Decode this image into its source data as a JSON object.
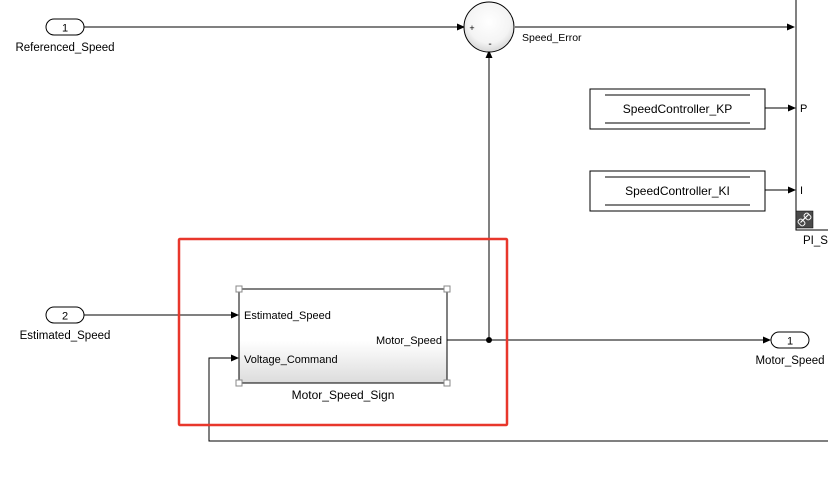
{
  "inports": [
    {
      "number": "1",
      "label": "Referenced_Speed"
    },
    {
      "number": "2",
      "label": "Estimated_Speed"
    }
  ],
  "outports": [
    {
      "number": "1",
      "label": "Motor_Speed"
    }
  ],
  "sum_block": {
    "plus_sign": "+",
    "minus_sign": "-"
  },
  "signals": {
    "speed_error": "Speed_Error"
  },
  "from_blocks": [
    {
      "label": "SpeedController_KP"
    },
    {
      "label": "SpeedController_KI"
    }
  ],
  "pi_controller": {
    "port_p": "P",
    "port_i": "I",
    "label": "PI_S"
  },
  "subsystem": {
    "name": "Motor_Speed_Sign",
    "input_1": "Estimated_Speed",
    "input_2": "Voltage_Command",
    "output_1": "Motor_Speed"
  },
  "colors": {
    "highlight": "#e8372b",
    "line": "#000000"
  }
}
